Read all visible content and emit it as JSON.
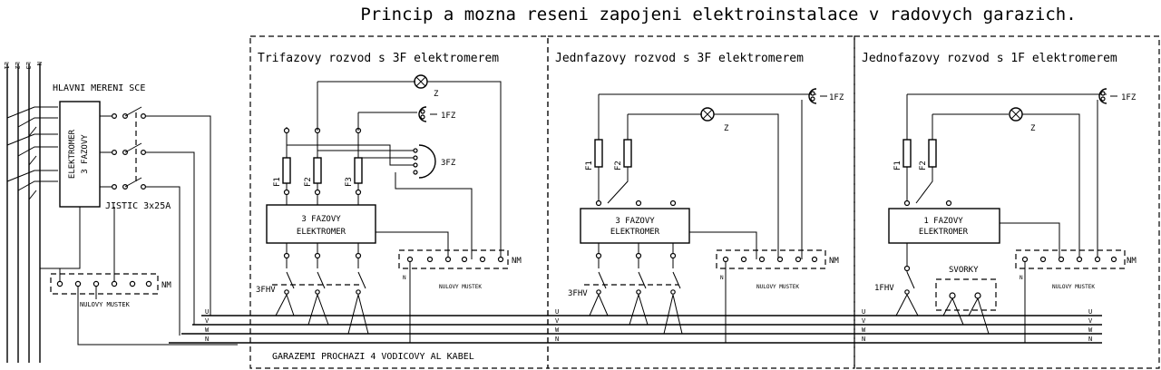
{
  "title": "Princip a mozna reseni zapojeni elektroinstalace v radovych garazich.",
  "incoming": {
    "phases": [
      "L1",
      "L2",
      "L3",
      "N"
    ],
    "main_meter_label": "HLAVNI MERENI SCE",
    "meter_label_line1": "ELEKTROMER",
    "meter_label_line2": "3 FAZOVY",
    "breaker_label": "JISTIC 3x25A",
    "neutral_bridge_label": "NULOVY MUSTEK",
    "nm": "NM"
  },
  "sections": [
    {
      "title": "Trifazovy rozvod s 3F elektromerem",
      "meter_line1": "3 FAZOVY",
      "meter_line2": "ELEKTROMER",
      "fuses": [
        "F1",
        "F2",
        "F3"
      ],
      "socket1": "1FZ",
      "socket3": "3FZ",
      "lamp": "Z",
      "switch": "3FHV",
      "nm": "NM",
      "bridge": "NULOVY MUSTEK",
      "n": "N"
    },
    {
      "title": "Jednfazovy rozvod s 3F elektromerem",
      "meter_line1": "3 FAZOVY",
      "meter_line2": "ELEKTROMER",
      "fuses": [
        "F1",
        "F2"
      ],
      "socket1": "1FZ",
      "lamp": "Z",
      "switch": "3FHV",
      "nm": "NM",
      "bridge": "NULOVY MUSTEK",
      "n": "N"
    },
    {
      "title": "Jednofazovy rozvod s 1F elektromerem",
      "meter_line1": "1 FAZOVY",
      "meter_line2": "ELEKTROMER",
      "fuses": [
        "F1",
        "F2"
      ],
      "socket1": "1FZ",
      "lamp": "Z",
      "switch": "1FHV",
      "nm": "NM",
      "bridge": "NULOVY MUSTEK",
      "n": "N",
      "terminals": "SVORKY"
    }
  ],
  "bus_labels": [
    "U",
    "V",
    "W",
    "N"
  ],
  "cable_label": "GARAZEMI PROCHAZI 4 VODICOVY AL KABEL"
}
